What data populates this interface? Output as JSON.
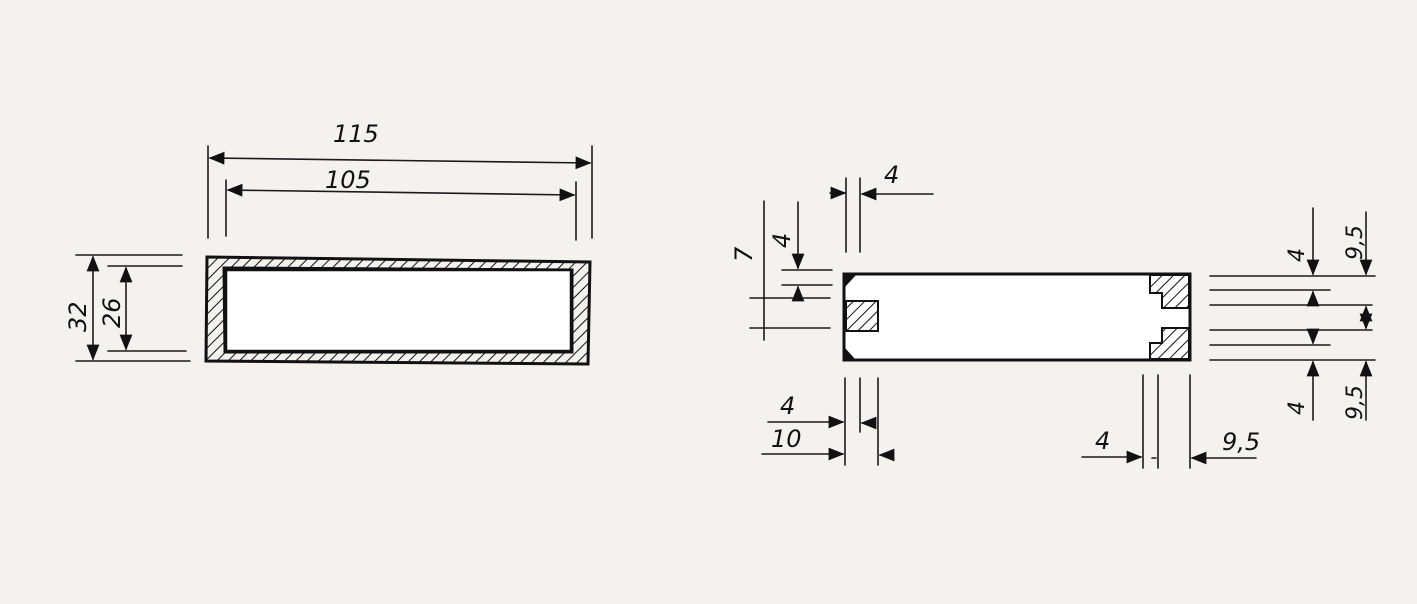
{
  "left_section": {
    "outer_width": "115",
    "inner_width": "105",
    "outer_height": "32",
    "inner_height": "26"
  },
  "right_section": {
    "top_wall": "4",
    "left_height": "7",
    "left_offset": "4",
    "right_top_outer": "9,5",
    "right_top_inner": "4",
    "right_bottom_outer": "9,5",
    "right_bottom_inner": "4",
    "bottom_left_inner": "4",
    "bottom_left_outer": "10",
    "bottom_right_inner": "4",
    "bottom_right_outer": "9,5"
  },
  "colors": {
    "ink": "#111111",
    "paper": "#f3f2ee"
  }
}
